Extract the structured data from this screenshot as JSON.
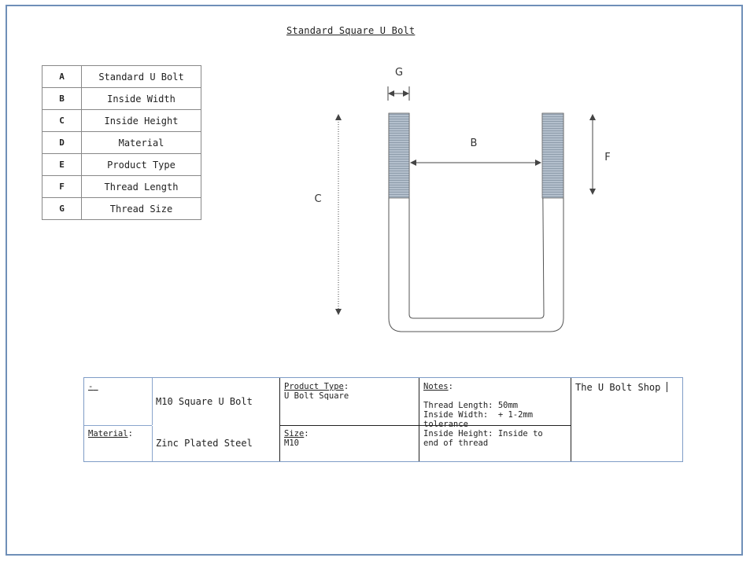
{
  "title": "Standard Square U Bolt",
  "legend": [
    {
      "key": "A",
      "value": "Standard U Bolt"
    },
    {
      "key": "B",
      "value": "Inside Width"
    },
    {
      "key": "C",
      "value": "Inside Height"
    },
    {
      "key": "D",
      "value": "Material"
    },
    {
      "key": "E",
      "value": "Product Type"
    },
    {
      "key": "F",
      "value": "Thread Length"
    },
    {
      "key": "G",
      "value": "Thread Size"
    }
  ],
  "dimensions": {
    "b": "B",
    "c": "C",
    "f": "F",
    "g": "G"
  },
  "title_block": {
    "dash_label": "-",
    "product_name": "M10 Square U Bolt",
    "product_type_label": "Product Type",
    "product_type_value": "U Bolt Square",
    "notes_label": "Notes",
    "notes_lines": [
      "Thread Length: 50mm",
      "Inside Width:  + 1-2mm",
      "tolerance",
      "Inside Height: Inside to",
      "end of thread"
    ],
    "shop_name": "The U Bolt Shop",
    "material_label": "Material",
    "material_value": "Zinc Plated Steel",
    "size_label": "Size",
    "size_value": "M10",
    "colon": ":"
  },
  "colors": {
    "frame": "#6f8fb8",
    "thread": "#a9b6c4",
    "title_block_border": "#7f9cc6"
  }
}
